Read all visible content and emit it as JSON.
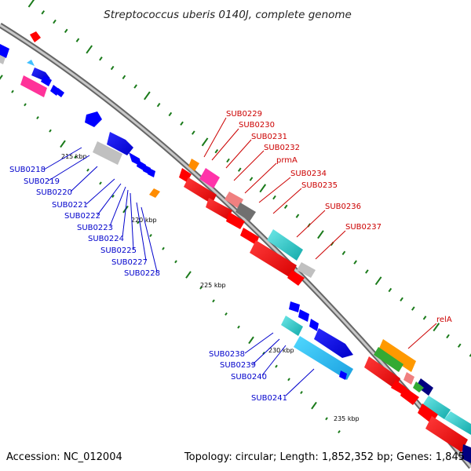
{
  "title": "Streptococcus uberis 0140J, complete genome",
  "footer": {
    "accession": "Accession: NC_012004",
    "topology": "Topology: circular; Length: 1,852,352 bp; Genes: 1,845"
  },
  "kbp_labels": {
    "k215": "215 kbp",
    "k220": "220 kbp",
    "k225": "225 kbp",
    "k230": "230 kbp",
    "k235": "235 kbp"
  },
  "gene_labels": {
    "SUB0218": "SUB0218",
    "SUB0219": "SUB0219",
    "SUB0220": "SUB0220",
    "SUB0221": "SUB0221",
    "SUB0222": "SUB0222",
    "SUB0223": "SUB0223",
    "SUB0224": "SUB0224",
    "SUB0225": "SUB0225",
    "SUB0227": "SUB0227",
    "SUB0228": "SUB0228",
    "SUB0229": "SUB0229",
    "SUB0230": "SUB0230",
    "SUB0231": "SUB0231",
    "SUB0232": "SUB0232",
    "prmA": "prmA",
    "SUB0234": "SUB0234",
    "SUB0235": "SUB0235",
    "SUB0236": "SUB0236",
    "SUB0237": "SUB0237",
    "SUB0238": "SUB0238",
    "SUB0239": "SUB0239",
    "SUB0240": "SUB0240",
    "SUB0241": "SUB0241",
    "relA": "relA"
  },
  "colors": {
    "backbone": "#888888",
    "label_blue": "#0000cc",
    "label_red": "#cc0000",
    "gene_red": "#ff0000",
    "gene_blue": "#0000ff",
    "gene_cyan": "#20c8c8",
    "gene_magenta": "#ff3399",
    "gene_gray": "#c0c0c0",
    "gene_orange": "#ff8c00",
    "gene_green": "#33aa33",
    "gene_pink": "#f08080",
    "gene_navy": "#000080",
    "tick_green": "#1a7a1a"
  }
}
